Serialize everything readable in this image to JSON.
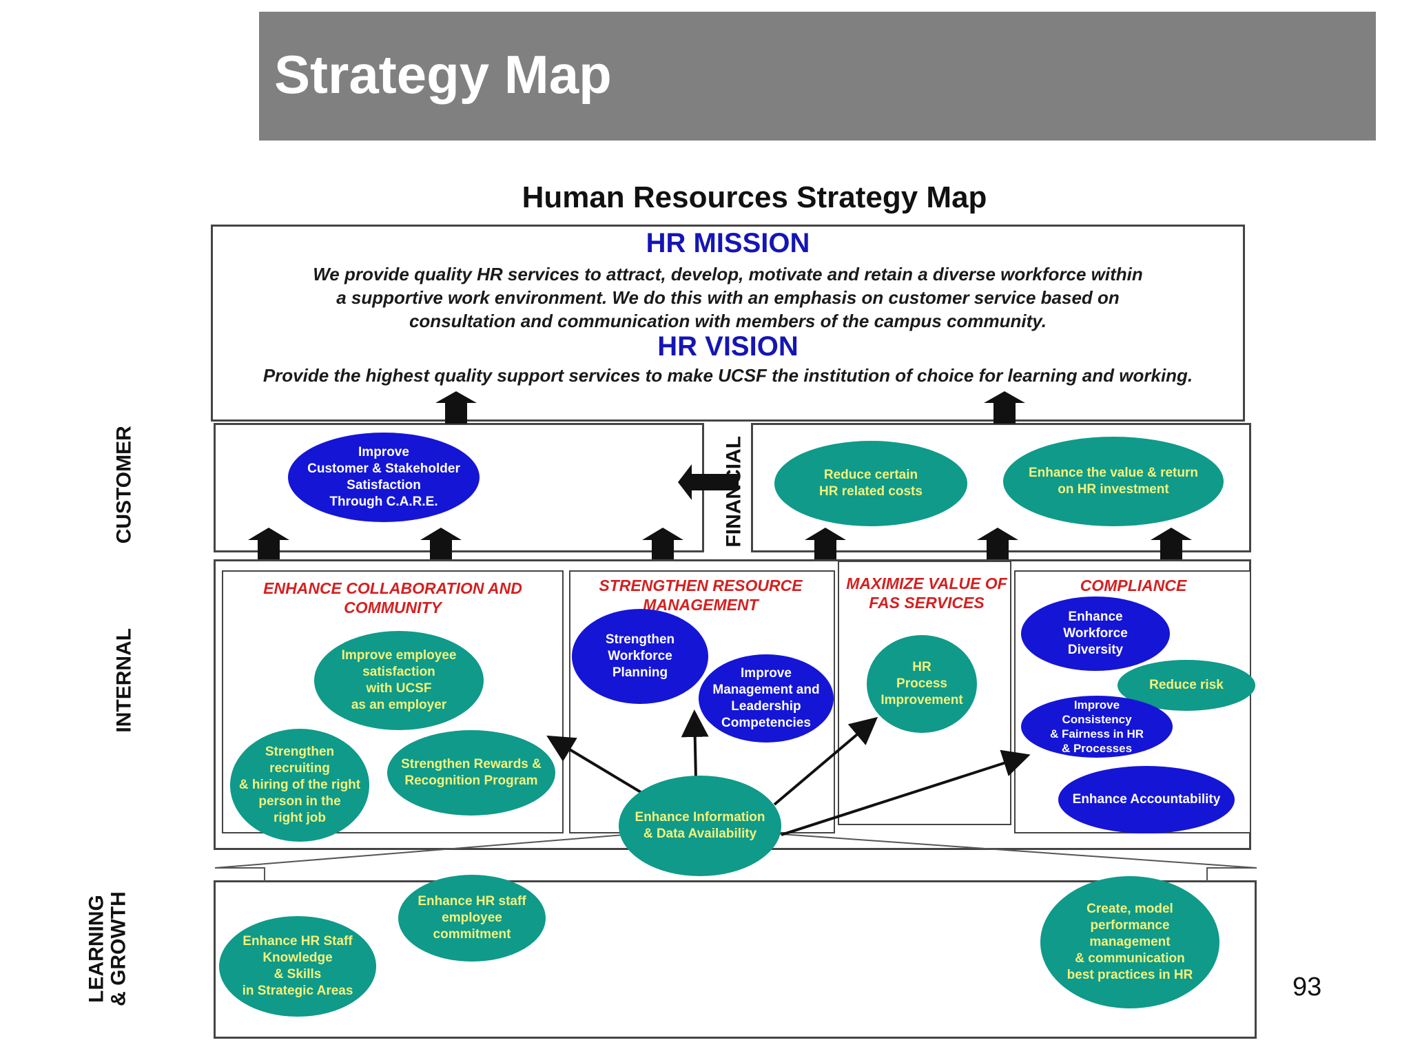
{
  "slide": {
    "title": "Strategy Map",
    "page_number": "93"
  },
  "map": {
    "title": "Human Resources Strategy Map",
    "mission": {
      "heading": "HR MISSION",
      "text": "We provide quality HR services to attract, develop, motivate and retain a diverse workforce within a supportive work environment. We do this with an emphasis on customer service based on consultation and communication with members of the campus community."
    },
    "vision": {
      "heading": "HR VISION",
      "text": "Provide the highest quality support services to make UCSF the institution of choice for learning and working."
    },
    "perspectives": {
      "customer": "CUSTOMER",
      "financial": "FINANCIAL",
      "internal": "INTERNAL",
      "learning": "LEARNING\n& GROWTH"
    },
    "sections": {
      "collaboration": "ENHANCE COLLABORATION AND COMMUNITY",
      "resource": "STRENGTHEN RESOURCE MANAGEMENT",
      "fas": "MAXIMIZE VALUE OF FAS SERVICES",
      "compliance": "COMPLIANCE"
    },
    "objectives": {
      "customer_satisfaction": "Improve\nCustomer & Stakeholder\nSatisfaction\nThrough C.A.R.E.",
      "reduce_costs": "Reduce certain\nHR related costs",
      "enhance_value": "Enhance the value & return\non HR investment",
      "employee_satisfaction": "Improve employee\nsatisfaction\nwith UCSF\nas an employer",
      "recruiting": "Strengthen\nrecruiting\n& hiring of the right\nperson in the\nright job",
      "rewards": "Strengthen Rewards &\nRecognition Program",
      "workforce_planning": "Strengthen\nWorkforce\nPlanning",
      "management_leadership": "Improve\nManagement and\nLeadership\nCompetencies",
      "process_improvement": "HR\nProcess\nImprovement",
      "workforce_diversity": "Enhance\nWorkforce\nDiversity",
      "reduce_risk": "Reduce risk",
      "consistency": "Improve\nConsistency\n& Fairness in HR\n& Processes",
      "accountability": "Enhance Accountability",
      "information": "Enhance Information\n& Data Availability",
      "staff_commitment": "Enhance HR staff\nemployee\ncommitment",
      "staff_knowledge": "Enhance HR Staff\nKnowledge\n& Skills\nin Strategic Areas",
      "performance_management": "Create, model\nperformance\nmanagement\n& communication\nbest practices in HR"
    }
  },
  "colors": {
    "header_bg": "#808080",
    "teal": "#0f9a8a",
    "blue": "#1515d6",
    "heading_blue": "#1515b5",
    "section_red": "#d42020",
    "teal_text": "#f4f27a"
  }
}
